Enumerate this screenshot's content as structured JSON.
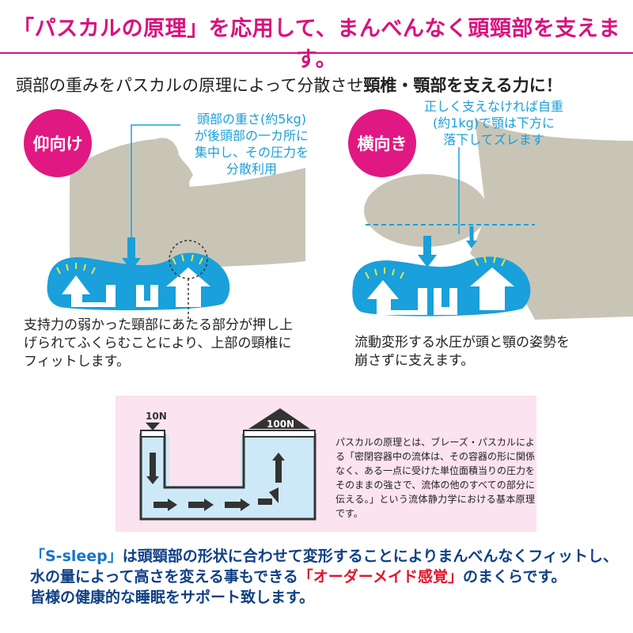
{
  "headline": "「パスカルの原理」を応用して、まんべんなく頭頸部を支えます。",
  "subhead": {
    "plain": "頭部の重みをパスカルの原理によって分散させ",
    "bold": "頸椎・顎部を支える力に！"
  },
  "left": {
    "badge": "仰向け",
    "callout": [
      "頭部の重さ(約5kg)",
      "が後頭部の一カ所に",
      "集中し、その圧力を",
      "分散利用"
    ],
    "caption": [
      "支持力の弱かった頸部にあたる部分が押し上",
      "げられてふくらむことにより、上部の頸椎に",
      "フィットします。"
    ]
  },
  "right": {
    "badge": "横向き",
    "callout": [
      "正しく支えなければ自重",
      "(約1kg)で顎は下方に",
      "落下してズレます"
    ],
    "caption": [
      "流動変形する水圧が頭と顎の姿勢を",
      "崩さずに支えます。"
    ]
  },
  "diagram": {
    "small_force": "10N",
    "large_force": "100N"
  },
  "pascal_text": "パスカルの原理とは、ブレーズ・パスカルによる「密閉容器中の流体は、その容器の形に関係なく、ある一点に受けた単位面積当りの圧力をそのままの強さで、流体の他のすべての部分に伝える。」という流体静力学における基本原理です。",
  "bottom": {
    "line1_brand": "「S-sleep」",
    "line1_rest": "は頭頸部の形状に合わせて変形することによりまんべんなくフィットし、",
    "line2_a": "水の量によって高さを変える事もできる",
    "line2_red": "「オーダーメイド感覚」",
    "line2_b": "のまくらです。",
    "line3": "皆様の健康的な睡眠をサポート致します。"
  },
  "colors": {
    "accent": "#d8127d",
    "badge": "#e01882",
    "water": "#1aa0da",
    "figure": "#c9c5b6",
    "panel": "#fbe3ef",
    "brand_blue": "#0f3f86",
    "highlight_red": "#e0142a"
  }
}
